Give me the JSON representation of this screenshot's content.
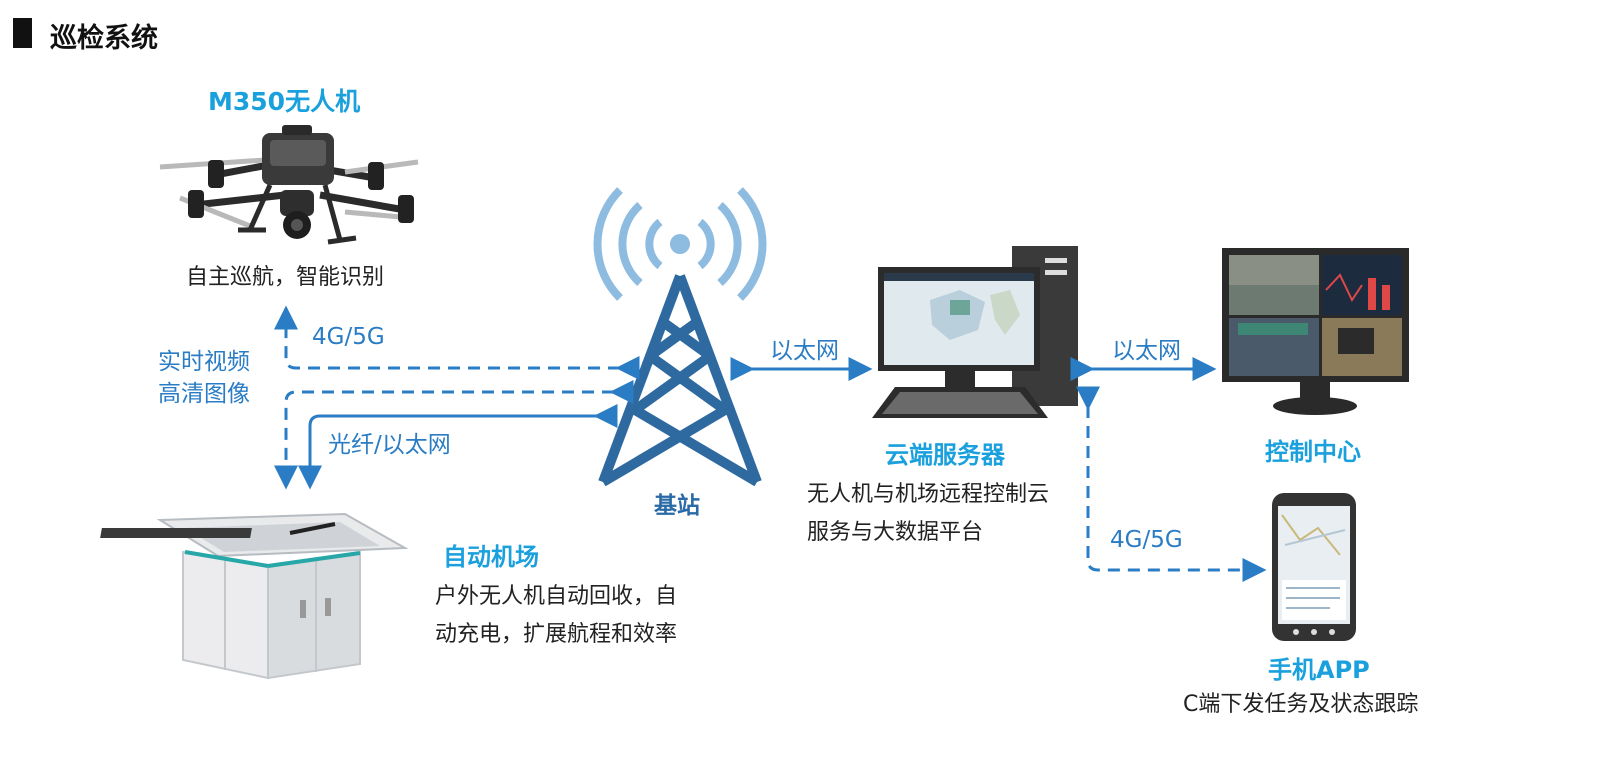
{
  "page": {
    "title": "巡检系统"
  },
  "colors": {
    "accent": "#1aa0dc",
    "link": "#2a7cc4",
    "tower": "#2e6aa0",
    "dark": "#333333"
  },
  "drone": {
    "title": "M350无人机",
    "caption": "自主巡航，智能识别"
  },
  "video_label": {
    "line1": "实时视频",
    "line2": "高清图像"
  },
  "links": {
    "drone_to_tower": "4G/5G",
    "dock_to_tower": "光纤/以太网",
    "tower_to_server": "以太网",
    "server_to_control": "以太网",
    "server_to_app": "4G/5G"
  },
  "tower": {
    "label": "基站"
  },
  "dock": {
    "title": "自动机场",
    "desc_line1": "户外无人机自动回收，自",
    "desc_line2": "动充电，扩展航程和效率"
  },
  "server": {
    "title": "云端服务器",
    "desc_line1": "无人机与机场远程控制云",
    "desc_line2": "服务与大数据平台"
  },
  "control": {
    "title": "控制中心"
  },
  "app": {
    "title": "手机APP",
    "desc": "C端下发任务及状态跟踪"
  }
}
